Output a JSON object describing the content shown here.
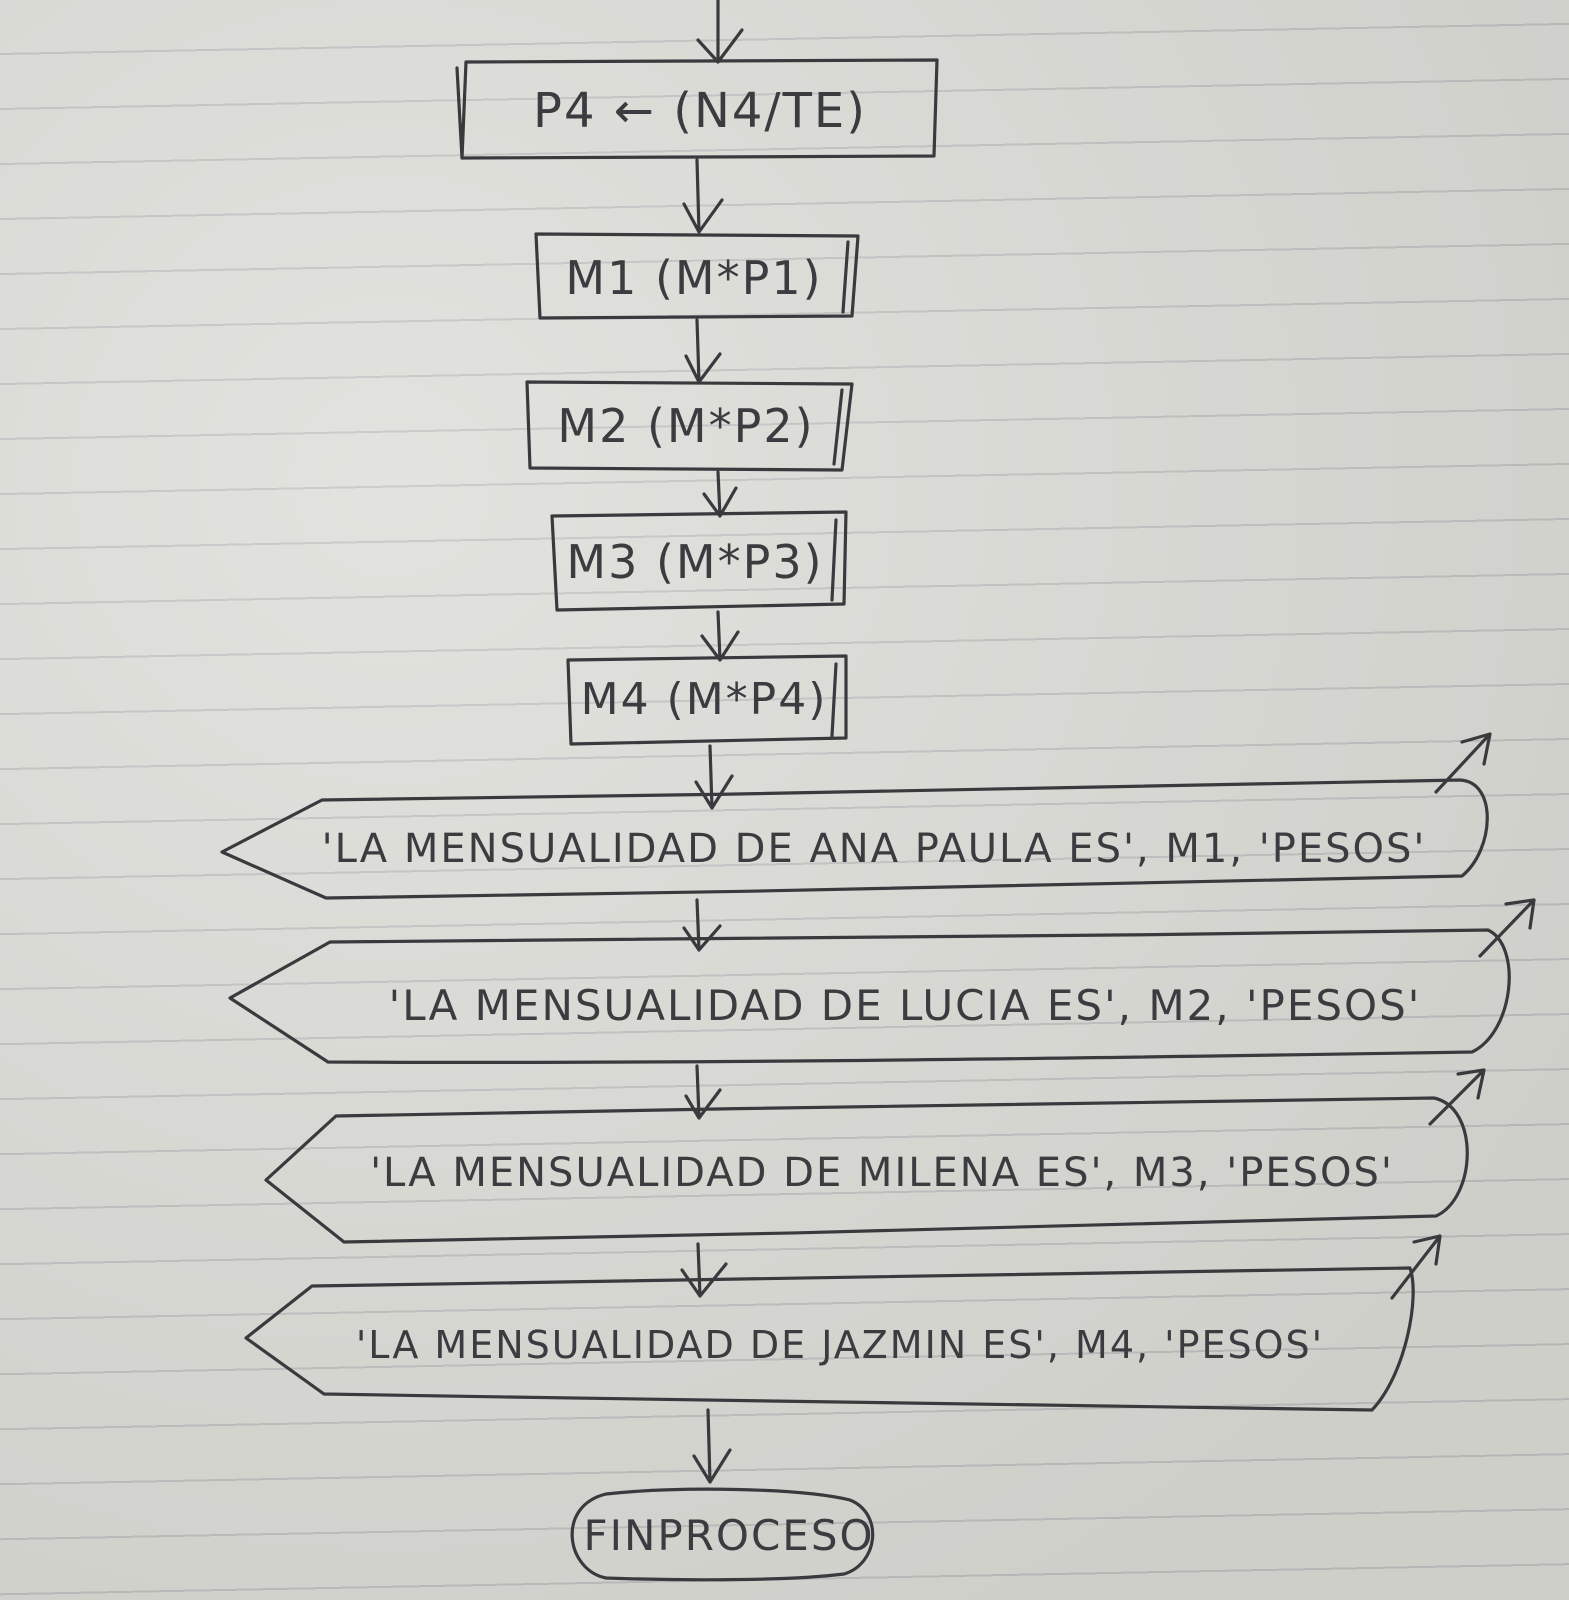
{
  "process_blocks": [
    {
      "text": "P4 ← (N4/TE)"
    },
    {
      "text": "M1 (M*P1)"
    },
    {
      "text": "M2 (M*P2)"
    },
    {
      "text": "M3 (M*P3)"
    },
    {
      "text": "M4 (M*P4)"
    }
  ],
  "output_blocks": [
    {
      "text": "'LA MENSUALIDAD DE ANA PAULA ES', M1, 'PESOS'"
    },
    {
      "text": "'LA MENSUALIDAD DE LUCIA ES', M2, 'PESOS'"
    },
    {
      "text": "'LA MENSUALIDAD DE MILENA ES', M3, 'PESOS'"
    },
    {
      "text": "'LA MENSUALIDAD DE JAZMIN ES', M4, 'PESOS'"
    }
  ],
  "terminator": {
    "text": "FINPROCESO"
  },
  "colors": {
    "ink": "#3a3a3e",
    "paper": "#dcdcd7",
    "rule_line": "#9a9aa0"
  }
}
